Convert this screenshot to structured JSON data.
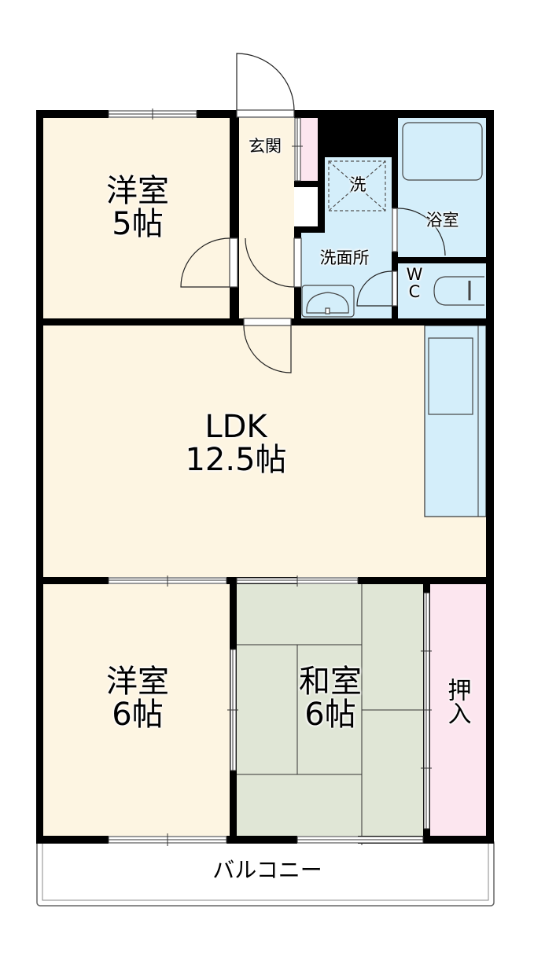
{
  "floor_plan": {
    "colors": {
      "wall": "#000000",
      "western_floor": "#fdf5e2",
      "wet_area": "#d4eefa",
      "closet": "#fce6ef",
      "tatami": "#e0e6d6",
      "balcony": "#ffffff"
    },
    "rooms": [
      {
        "id": "western_room_1",
        "name": "洋室",
        "size": "5帖"
      },
      {
        "id": "entrance",
        "name": "玄関"
      },
      {
        "id": "washing_machine",
        "name": "洗"
      },
      {
        "id": "bathroom",
        "name": "浴室"
      },
      {
        "id": "washroom",
        "name": "洗面所"
      },
      {
        "id": "toilet",
        "name_line1": "W",
        "name_line2": "C"
      },
      {
        "id": "ldk",
        "name": "LDK",
        "size": "12.5帖"
      },
      {
        "id": "western_room_2",
        "name": "洋室",
        "size": "6帖"
      },
      {
        "id": "japanese_room",
        "name": "和室",
        "size": "6帖"
      },
      {
        "id": "closet",
        "name": "押入"
      },
      {
        "id": "balcony",
        "name": "バルコニー"
      }
    ]
  }
}
